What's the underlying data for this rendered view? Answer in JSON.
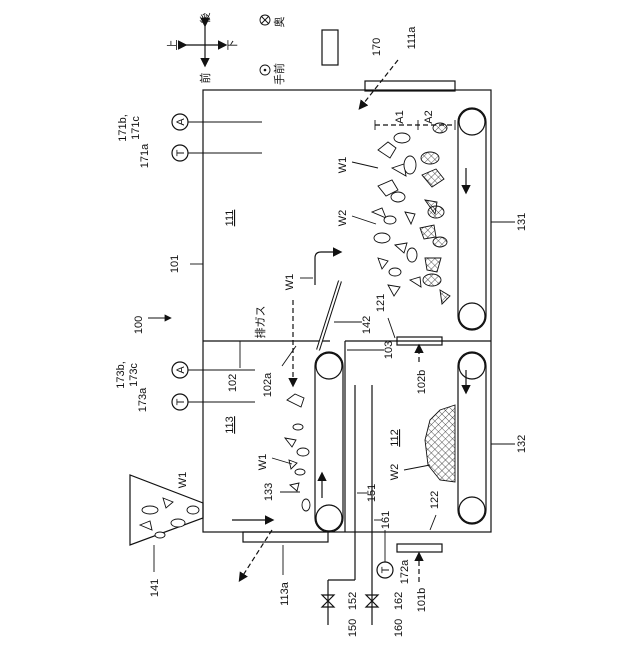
{
  "compass": {
    "up": "上",
    "down": "下",
    "back": "後",
    "front": "前",
    "depth_back": "奥",
    "depth_front": "手前"
  },
  "labels": {
    "l100": "100",
    "l101": "101",
    "l102": "102",
    "l102a": "102a",
    "l102b": "102b",
    "l101b": "101b",
    "l103": "103",
    "l111": "111",
    "l111a": "111a",
    "l112": "112",
    "l113": "113",
    "l113a": "113a",
    "l121": "121",
    "l122": "122",
    "l131": "131",
    "l132": "132",
    "l133": "133",
    "l141": "141",
    "l142": "142",
    "l150": "150",
    "l151": "151",
    "l152": "152",
    "l160": "160",
    "l161": "161",
    "l162": "162",
    "l170": "170",
    "l171a": "171a",
    "l171b": "171b,",
    "l171c": "171c",
    "l172a": "172a",
    "l173a": "173a",
    "l173b": "173b,",
    "l173c": "173c",
    "w1": "W1",
    "w2": "W2",
    "a1": "A1",
    "a2": "A2",
    "sensor_a": "A",
    "sensor_t": "T",
    "exhaust": "排ガス"
  }
}
